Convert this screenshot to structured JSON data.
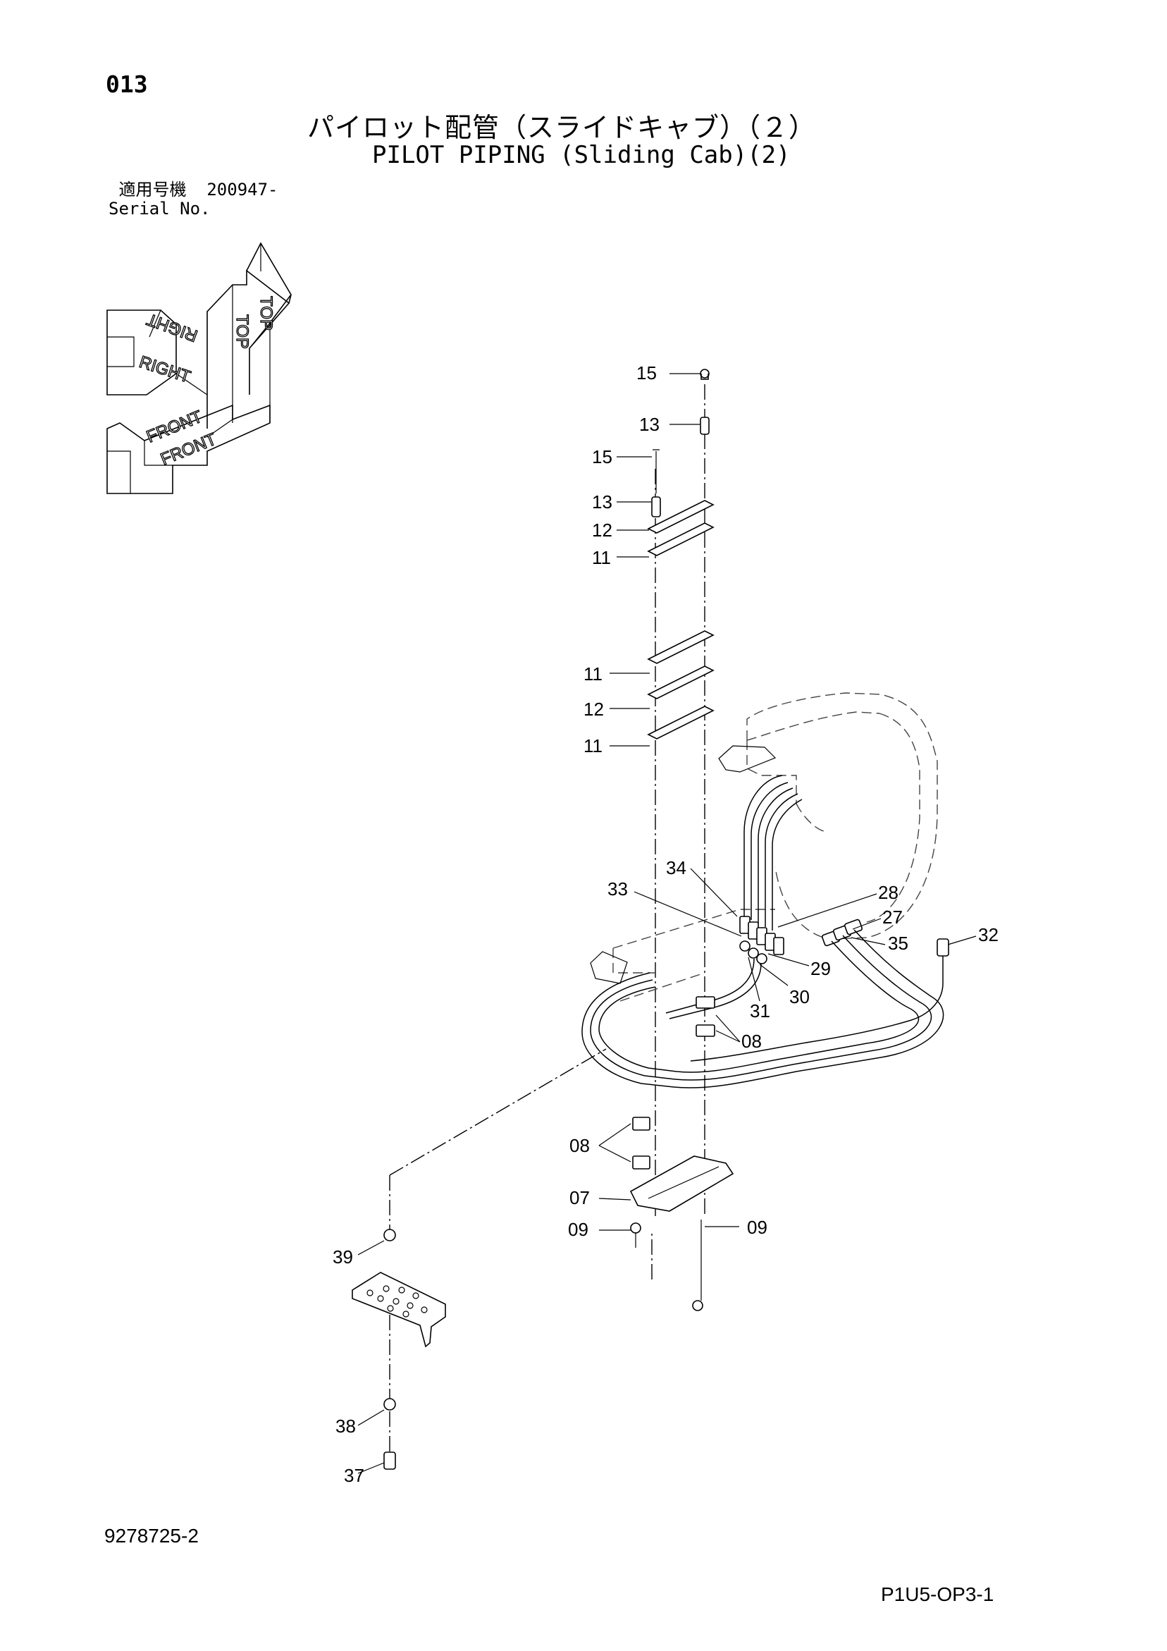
{
  "header": {
    "page_no": "013",
    "title_jp": "パイロット配管（スライドキャブ）（２）",
    "title_en": "PILOT PIPING (Sliding Cab)(2)",
    "serial_label_jp": "適用号機",
    "serial_value": "200947-",
    "serial_label_en": "Serial No."
  },
  "orientation_indicator": {
    "top_1": "TOP",
    "top_2": "TOP",
    "right_1": "RIGHT",
    "right_2": "RIGHT",
    "front_1": "FRONT",
    "front_2": "FRONT"
  },
  "callouts": {
    "c15a": "15",
    "c13a": "13",
    "c15b": "15",
    "c13b": "13",
    "c12a": "12",
    "c11a": "11",
    "c11b": "11",
    "c12b": "12",
    "c11c": "11",
    "c34": "34",
    "c33": "33",
    "c28": "28",
    "c27": "27",
    "c35": "35",
    "c32": "32",
    "c29": "29",
    "c30": "30",
    "c31": "31",
    "c08a": "08",
    "c08b": "08",
    "c07": "07",
    "c09a": "09",
    "c09b": "09",
    "c39": "39",
    "c38": "38",
    "c37": "37"
  },
  "footer": {
    "doc_number": "9278725-2",
    "sheet_code": "P1U5-OP3-1"
  }
}
